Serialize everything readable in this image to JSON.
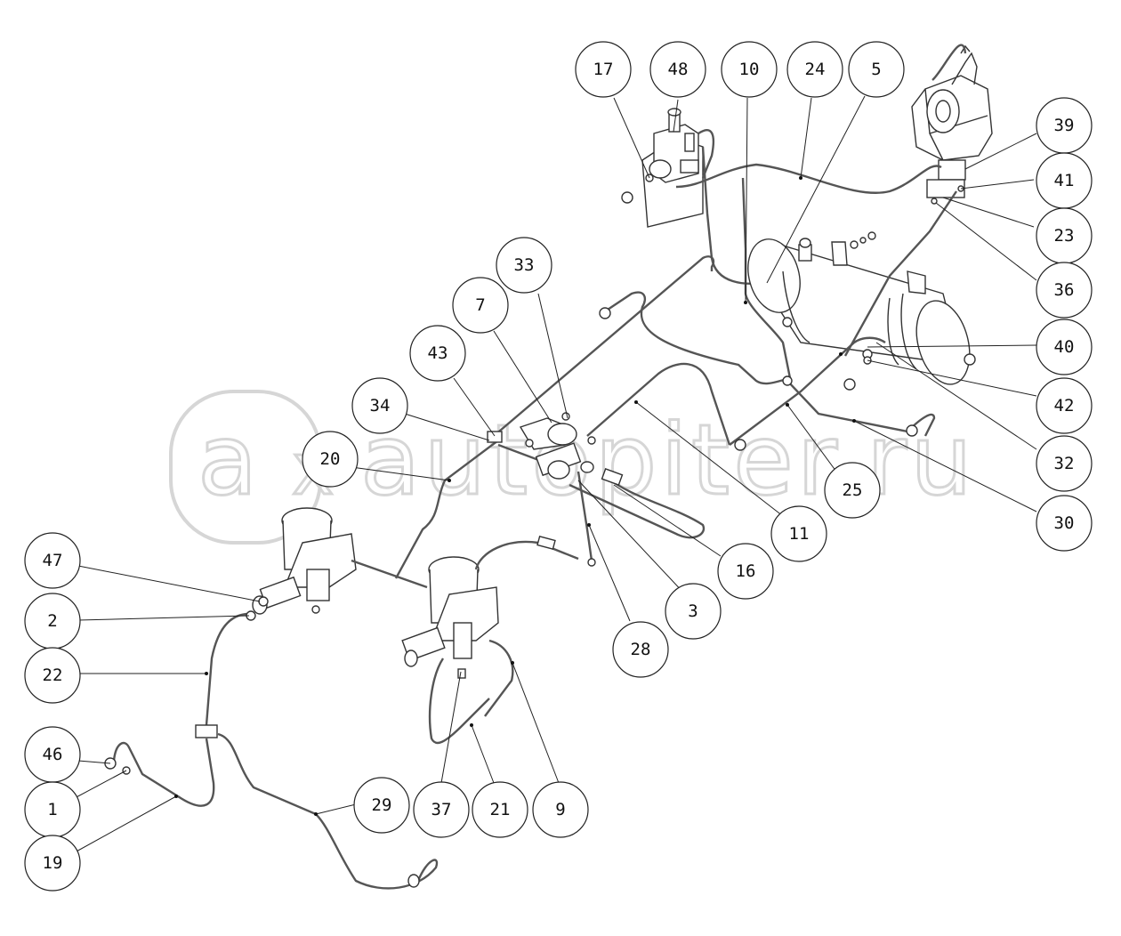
{
  "watermark": {
    "logo_letter": "a",
    "logo_symbol": "x",
    "text": "autopiter.ru"
  },
  "callouts": [
    {
      "label": "17"
    },
    {
      "label": "48"
    },
    {
      "label": "10"
    },
    {
      "label": "24"
    },
    {
      "label": "5"
    },
    {
      "label": "39"
    },
    {
      "label": "41"
    },
    {
      "label": "23"
    },
    {
      "label": "36"
    },
    {
      "label": "33"
    },
    {
      "label": "7"
    },
    {
      "label": "43"
    },
    {
      "label": "34"
    },
    {
      "label": "20"
    },
    {
      "label": "40"
    },
    {
      "label": "42"
    },
    {
      "label": "32"
    },
    {
      "label": "25"
    },
    {
      "label": "30"
    },
    {
      "label": "11"
    },
    {
      "label": "16"
    },
    {
      "label": "3"
    },
    {
      "label": "28"
    },
    {
      "label": "47"
    },
    {
      "label": "2"
    },
    {
      "label": "22"
    },
    {
      "label": "46"
    },
    {
      "label": "1"
    },
    {
      "label": "19"
    },
    {
      "label": "29"
    },
    {
      "label": "37"
    },
    {
      "label": "21"
    },
    {
      "label": "9"
    }
  ]
}
